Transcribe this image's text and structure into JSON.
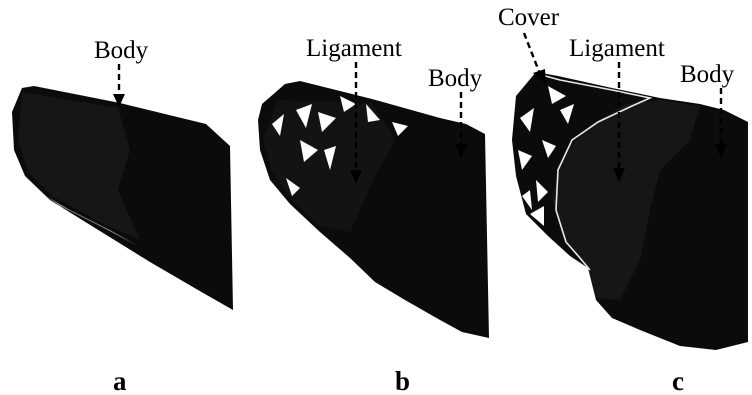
{
  "panels": [
    {
      "id": "a",
      "letter": "a",
      "labels": [
        "Body"
      ]
    },
    {
      "id": "b",
      "letter": "b",
      "labels": [
        "Ligament",
        "Body"
      ]
    },
    {
      "id": "c",
      "letter": "c",
      "labels": [
        "Cover",
        "Ligament",
        "Body"
      ]
    }
  ]
}
